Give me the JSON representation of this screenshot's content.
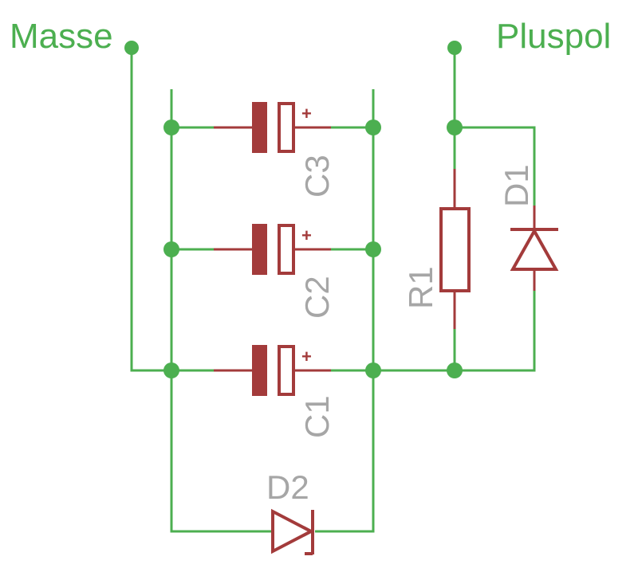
{
  "nets": {
    "ground_label": "Masse",
    "positive_label": "Pluspol"
  },
  "components": {
    "c1": {
      "ref": "C1",
      "polarity": "+"
    },
    "c2": {
      "ref": "C2",
      "polarity": "+"
    },
    "c3": {
      "ref": "C3",
      "polarity": "+"
    },
    "r1": {
      "ref": "R1"
    },
    "d1": {
      "ref": "D1"
    },
    "d2": {
      "ref": "D2"
    }
  },
  "colors": {
    "wire": "#4caf50",
    "component": "#a33b3b",
    "reference_text": "#a6a6a6"
  }
}
